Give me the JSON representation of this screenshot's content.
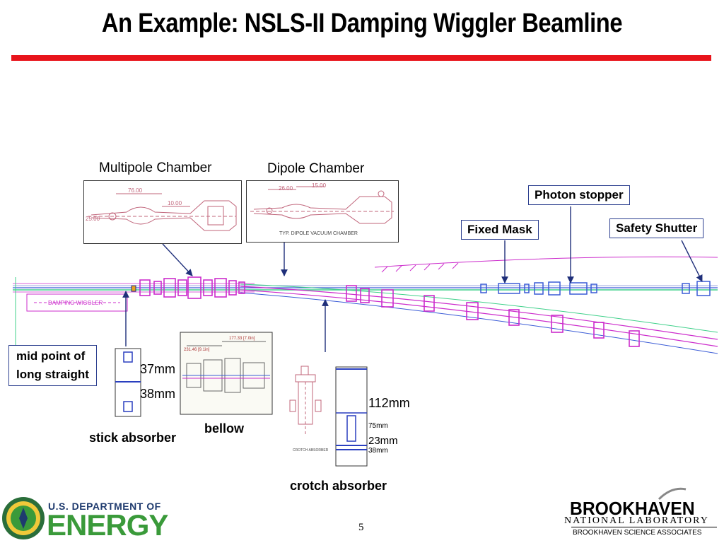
{
  "slide": {
    "title": "An Example: NSLS-II Damping Wiggler Beamline",
    "page_number": "5"
  },
  "labels": {
    "multipole_chamber": "Multipole Chamber",
    "dipole_chamber": "Dipole Chamber",
    "photon_stopper": "Photon stopper",
    "fixed_mask": "Fixed Mask",
    "safety_shutter": "Safety  Shutter",
    "mid_point_line1": "mid point of",
    "mid_point_line2": "long straight",
    "stick_absorber": "stick absorber",
    "bellow": "bellow",
    "crotch_absorber": "crotch absorber"
  },
  "dimensions": {
    "stick_upper": "37mm",
    "stick_lower": "38mm",
    "crotch_total": "112mm",
    "crotch_a": "75mm",
    "crotch_b": "23mm",
    "crotch_c": "38mm"
  },
  "drawing_text": {
    "multipole_dim_a": "76.00",
    "multipole_dim_b": "10.00",
    "multipole_dim_c": "25.00",
    "dipole_dim_a": "26.00",
    "dipole_dim_b": "15.00",
    "dipole_caption": "TYP. DIPOLE VACUUM CHAMBER",
    "damping_wiggler": "DAMPING WIGGLER",
    "bellow_dim_a": "231.46 [9.1in]",
    "bellow_dim_b": "177.33 [7.0in]",
    "crotch_caption": "CROTCH ABSORBER"
  },
  "footer": {
    "doe_line1": "U.S. DEPARTMENT OF",
    "doe_line2": "ENERGY",
    "bnl_line1": "BROOKHAVEN",
    "bnl_line2": "NATIONAL LABORATORY",
    "bnl_line3": "BROOKHAVEN SCIENCE ASSOCIATES"
  },
  "colors": {
    "title_rule": "#e8141b",
    "magnet_magenta": "#cc2ccc",
    "beam_green": "#3fd08a",
    "beam_blue": "#3a5bd6",
    "arrow_navy": "#1f2f7a",
    "doe_green": "#3a9a3a",
    "doe_navy": "#1e3a6e"
  }
}
